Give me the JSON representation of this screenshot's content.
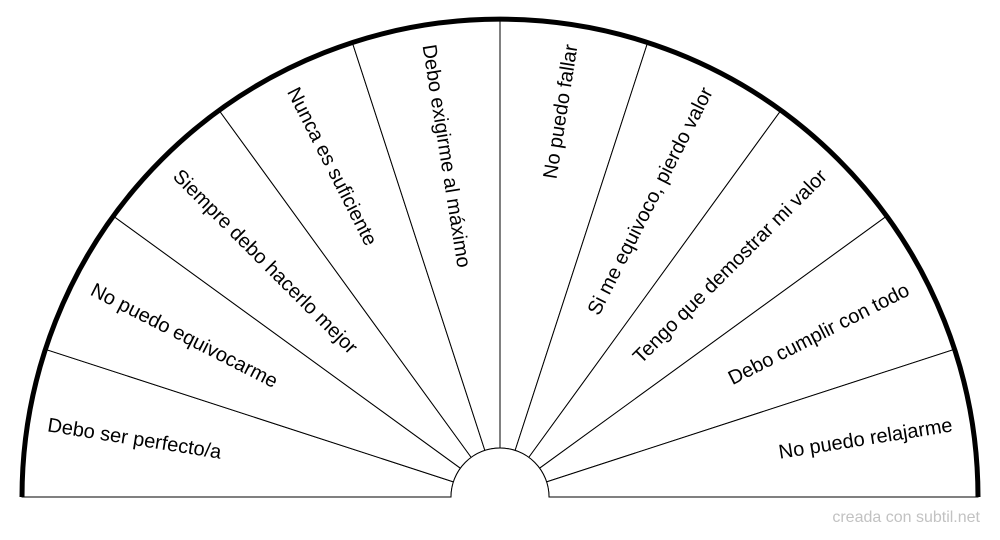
{
  "diagram": {
    "segments": [
      "Debo ser perfecto/a",
      "No puedo equivocarme",
      "Siempre debo hacerlo mejor",
      "Nunca es suficiente",
      "Debo exigirme al máximo",
      "No puedo fallar",
      "Si me equivoco, pierdo valor",
      "Tengo que demostrar mi valor",
      "Debo cumplir con todo",
      "No puedo relajarme"
    ]
  },
  "watermark": "creada con subtil.net",
  "colors": {
    "outline": "#000000",
    "fill": "#ffffff",
    "watermark": "#c2c2c2"
  }
}
